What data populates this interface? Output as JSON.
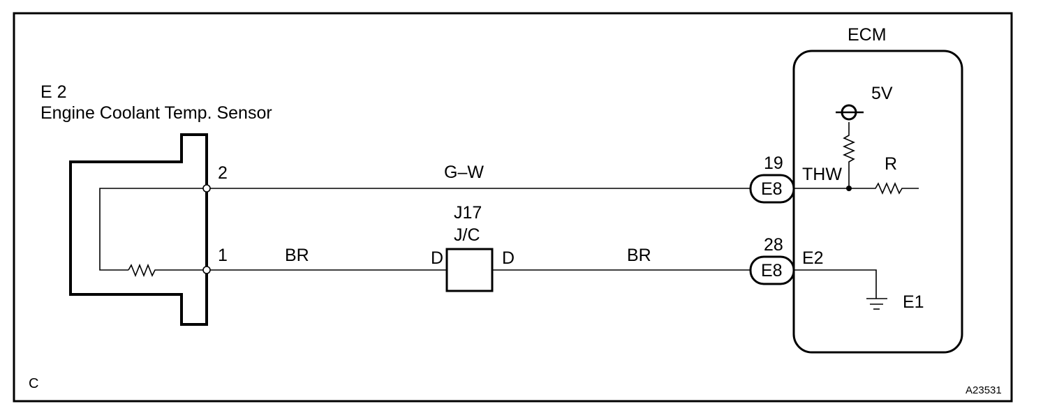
{
  "sensor": {
    "code": "E 2",
    "name": "Engine Coolant Temp. Sensor",
    "pin_top": "2",
    "pin_bottom": "1"
  },
  "wires": {
    "top_color": "G–W",
    "bottom_left_color": "BR",
    "bottom_right_color": "BR"
  },
  "junction": {
    "code": "J17",
    "name": "J/C",
    "left_pin": "D",
    "right_pin": "D"
  },
  "ecm": {
    "title": "ECM",
    "supply": "5V",
    "resistor_label": "R",
    "ground_label": "E1",
    "connectors": [
      {
        "pin": "19",
        "connector": "E8",
        "signal": "THW"
      },
      {
        "pin": "28",
        "connector": "E8",
        "signal": "E2"
      }
    ]
  },
  "frame": {
    "corner_label": "C",
    "figure_id": "A23531"
  }
}
